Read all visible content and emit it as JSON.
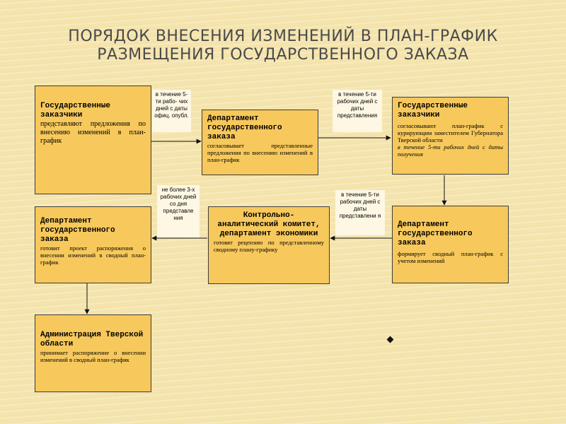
{
  "title": {
    "line1": "ПОРЯДОК ВНЕСЕНИЯ ИЗМЕНЕНИЙ В ПЛАН-ГРАФИК",
    "line2": "РАЗМЕЩЕНИЯ ГОСУДАРСТВЕННОГО ЗАКАЗА"
  },
  "boxes": {
    "customers_submit": {
      "head": "Государственные заказчики",
      "body": "представляют предложения по внесению изменений в план-график"
    },
    "dept_agrees": {
      "head": "Департамент государственного заказа",
      "body": "согласовывает представленные предложения по внесению изменений в план-график"
    },
    "customers_approve": {
      "head": "Государственные заказчики",
      "body": "согласовывают план-график с курирующим заместителем Губернатора Тверской области",
      "italic": "в течение 5-ти рабочих дней с даты получения"
    },
    "dept_forms": {
      "head": "Департамент государственного заказа",
      "body": "формирует сводный план-график с учетом изменений"
    },
    "control_committee": {
      "head": "Контрольно-аналитический комитет, департамент экономики",
      "body": "готовят рецензию по представленному сводному плану-графику"
    },
    "dept_prepares": {
      "head": "Департамент государственного заказа",
      "body": "готовит проект распоряжения о внесении изменений в сводный план-график"
    },
    "administration": {
      "head": "Администрация Тверской области",
      "body": "принимает распоряжение о внесении изменений в сводный план-график"
    }
  },
  "notes": {
    "n1": "в течение 5-ти рабо- чих дней с даты офиц. опубл.",
    "n2": "в течение 5-ти рабочих дней с даты представления",
    "n3": "в течение 5-ти рабочих дней с даты представлени я",
    "n4": "не более 3-х рабочих дней со дня представле ния"
  }
}
